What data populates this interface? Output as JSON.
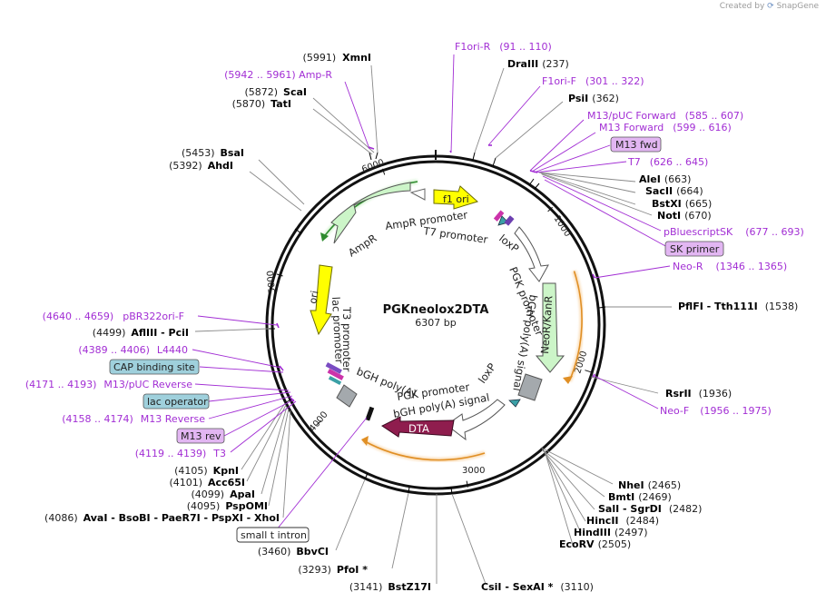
{
  "credit": "Created by",
  "brand": "SnapGene",
  "plasmid": {
    "name": "PGKneolox2DTA",
    "size": "6307 bp",
    "length": 6307
  },
  "scale_ticks": [
    "1000",
    "2000",
    "3000",
    "4000",
    "5000",
    "6000"
  ],
  "sites": [
    {
      "id": "xmni",
      "pos": "(5991)",
      "name": "XmnI",
      "bp": 5991
    },
    {
      "id": "scai",
      "pos": "(5872)",
      "name": "ScaI",
      "bp": 5872
    },
    {
      "id": "tati",
      "pos": "(5870)",
      "name": "TatI",
      "bp": 5870
    },
    {
      "id": "bsai",
      "pos": "(5453)",
      "name": "BsaI",
      "bp": 5453
    },
    {
      "id": "ahdi",
      "pos": "(5392)",
      "name": "AhdI",
      "bp": 5392
    },
    {
      "id": "pcii",
      "pos": "(4499)",
      "name": "AflIII  - PciI",
      "bp": 4499
    },
    {
      "id": "kpni",
      "pos": "(4105)",
      "name": "KpnI",
      "bp": 4105
    },
    {
      "id": "acc65i",
      "pos": "(4101)",
      "name": "Acc65I",
      "bp": 4101
    },
    {
      "id": "apai",
      "pos": "(4099)",
      "name": "ApaI",
      "bp": 4099
    },
    {
      "id": "pspomi",
      "pos": "(4095)",
      "name": "PspOMI",
      "bp": 4095
    },
    {
      "id": "xhoi",
      "pos": "(4086)",
      "name": "AvaI  - BsoBI  - PaeR7I  - PspXI  - XhoI",
      "bp": 4086
    },
    {
      "id": "bbvci",
      "pos": "(3460)",
      "name": "BbvCI",
      "bp": 3460
    },
    {
      "id": "pfoi",
      "pos": "(3293)",
      "name": "PfoI *",
      "bp": 3293
    },
    {
      "id": "bstz17i",
      "pos": "(3141)",
      "name": "BstZ17I",
      "bp": 3141
    },
    {
      "id": "sexai",
      "pos": "(3110)",
      "name": "CsiI  - SexAI *",
      "bp": 3110
    },
    {
      "id": "draiii",
      "pos": "(237)",
      "name": "DraIII",
      "bp": 237
    },
    {
      "id": "psii",
      "pos": "(362)",
      "name": "PsiI",
      "bp": 362
    },
    {
      "id": "alei",
      "pos": "(663)",
      "name": "AleI",
      "bp": 663
    },
    {
      "id": "sacii",
      "pos": "(664)",
      "name": "SacII",
      "bp": 664
    },
    {
      "id": "bstxi",
      "pos": "(665)",
      "name": "BstXI",
      "bp": 665
    },
    {
      "id": "noti",
      "pos": "(670)",
      "name": "NotI",
      "bp": 670
    },
    {
      "id": "tth111i",
      "pos": "(1538)",
      "name": "PflFI  - Tth111I",
      "bp": 1538
    },
    {
      "id": "rsrii",
      "pos": "(1936)",
      "name": "RsrII",
      "bp": 1936
    },
    {
      "id": "nhei",
      "pos": "(2465)",
      "name": "NheI",
      "bp": 2465
    },
    {
      "id": "bmti",
      "pos": "(2469)",
      "name": "BmtI",
      "bp": 2469
    },
    {
      "id": "sgrdi",
      "pos": "(2482)",
      "name": "SalI  - SgrDI",
      "bp": 2482
    },
    {
      "id": "hincii",
      "pos": "(2484)",
      "name": "HincII",
      "bp": 2484
    },
    {
      "id": "hindiii",
      "pos": "(2497)",
      "name": "HindIII",
      "bp": 2497
    },
    {
      "id": "ecorv",
      "pos": "(2505)",
      "name": "EcoRV",
      "bp": 2505
    }
  ],
  "primers": [
    {
      "id": "f1ori-r",
      "name": "F1ori-R",
      "range": "(91 .. 110)"
    },
    {
      "id": "f1ori-f",
      "name": "F1ori-F",
      "range": "(301 .. 322)"
    },
    {
      "id": "m13puc-fwd",
      "name": "M13/pUC Forward",
      "range": "(585 .. 607)"
    },
    {
      "id": "m13-fwd",
      "name": "M13 Forward",
      "range": "(599 .. 616)"
    },
    {
      "id": "t7",
      "name": "T7",
      "range": "(626 .. 645)"
    },
    {
      "id": "pbluescriptsk",
      "name": "pBluescriptSK",
      "range": "(677 .. 693)"
    },
    {
      "id": "neo-r",
      "name": "Neo-R",
      "range": "(1346 .. 1365)"
    },
    {
      "id": "neo-f",
      "name": "Neo-F",
      "range": "(1956 .. 1975)"
    },
    {
      "id": "pbr322ori-f",
      "name": "pBR322ori-F",
      "range": "(4640 .. 4659)"
    },
    {
      "id": "l4440",
      "name": "L4440",
      "range": "(4389 .. 4406)"
    },
    {
      "id": "m13puc-rev",
      "name": "M13/pUC Reverse",
      "range": "(4171 .. 4193)"
    },
    {
      "id": "m13-rev-primer",
      "name": "M13 Reverse",
      "range": "(4158 .. 4174)"
    },
    {
      "id": "t3",
      "name": "T3",
      "range": "(4119 .. 4139)"
    }
  ],
  "boxes": {
    "m13fwd": "M13 fwd",
    "skprimer": "SK primer",
    "cap": "CAP binding site",
    "lacop": "lac operator",
    "m13rev": "M13 rev",
    "smallt": "small t intron"
  },
  "features": {
    "f1ori": "f1 ori",
    "ori": "ori",
    "ampr": "AmpR",
    "ampr_promoter": "AmpR promoter",
    "t7_promoter": "T7 promoter",
    "loxp1": "loxP",
    "pgk_promoter1": "PGK promoter",
    "neokanr": "NeoR/KanR",
    "bgh1": "bGH poly(A) signal",
    "loxp2": "loxP",
    "pgk_promoter2": "PGK promoter",
    "bgh2": "bGH poly(A) signal",
    "dta": "DTA",
    "t3_promoter": "T3 promoter",
    "lac_promoter": "lac promoter"
  },
  "colors": {
    "f1ori": "#ffff00",
    "ori": "#ffff00",
    "ampr": "#ccf5c8",
    "neokanr": "#ccf5c8",
    "dta": "#8f1d4e",
    "polya": "#a4a9ad",
    "loxp": "#3aa0a6",
    "orf": "#f2a23a",
    "box_purple": "#e2b6f2",
    "box_blue": "#9fd0dc",
    "primer": "#a22ed4"
  }
}
